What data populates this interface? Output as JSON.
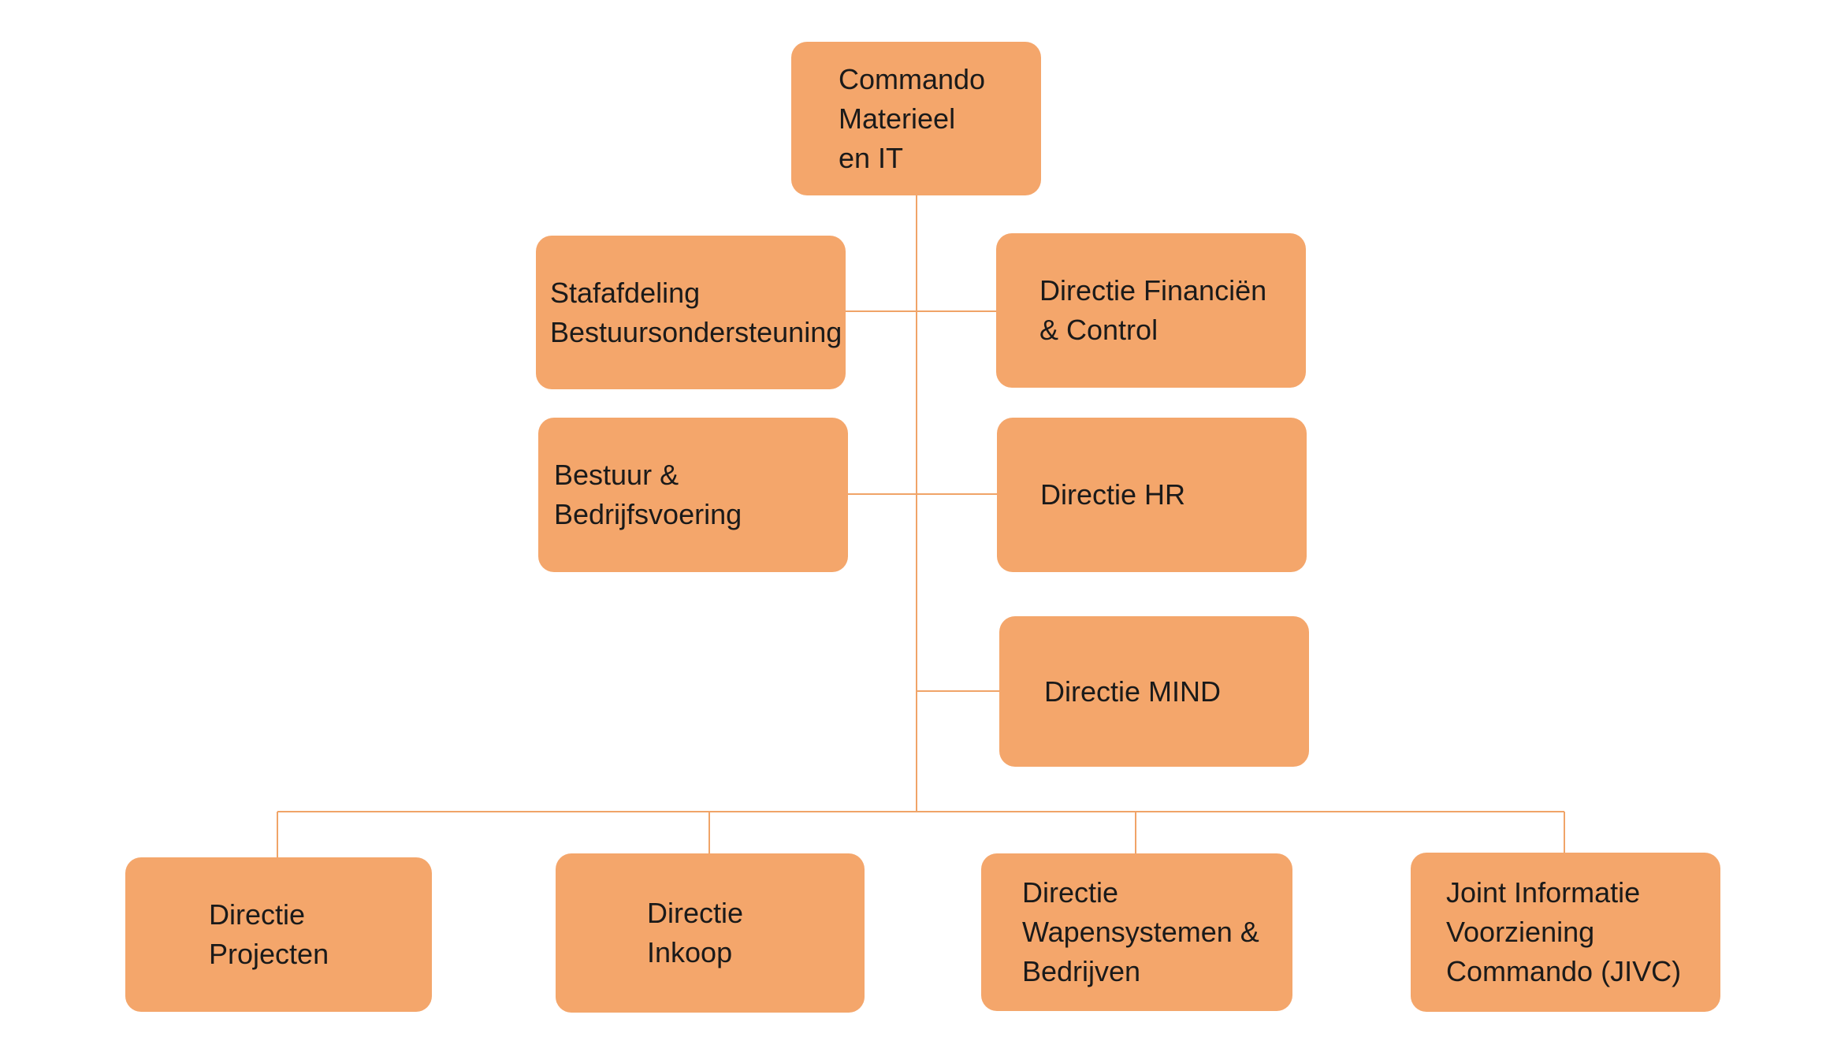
{
  "org_chart": {
    "root": {
      "label": "Commando\nMaterieel\nen IT"
    },
    "staff_units": [
      {
        "label": "Stafafdeling\nBestuursondersteuning"
      },
      {
        "label": "Directie Financiën\n& Control"
      },
      {
        "label": "Bestuur &\nBedrijfsvoering"
      },
      {
        "label": "Directie HR"
      },
      {
        "label": "Directie MIND"
      }
    ],
    "line_units": [
      {
        "label": "Directie\nProjecten"
      },
      {
        "label": "Directie\nInkoop"
      },
      {
        "label": "Directie\nWapensystemen &\nBedrijven"
      },
      {
        "label": "Joint Informatie\nVoorziening\nCommando (JIVC)"
      }
    ],
    "colors": {
      "box_fill": "#f4a66b",
      "connector": "#f0a468",
      "text": "#1a1a1a"
    }
  }
}
